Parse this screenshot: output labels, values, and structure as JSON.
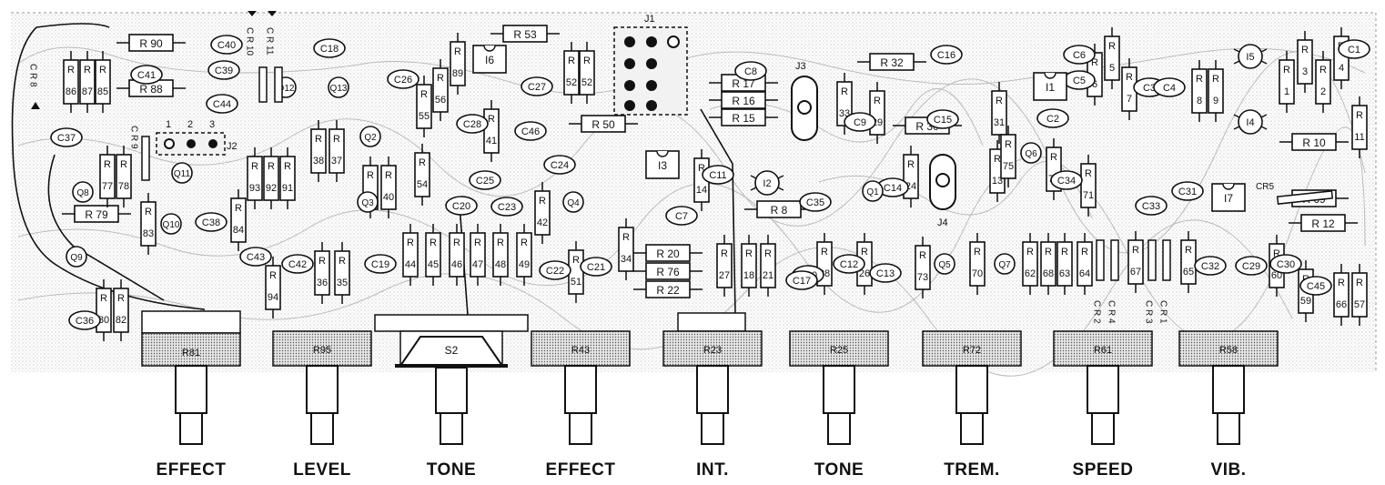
{
  "resistors_h": [
    {
      "label": "R 90"
    },
    {
      "label": "R 88"
    },
    {
      "label": "R 53"
    },
    {
      "label": "R 79"
    },
    {
      "label": "R 50"
    },
    {
      "label": "R 17"
    },
    {
      "label": "R 16"
    },
    {
      "label": "R 15"
    },
    {
      "label": "R 32"
    },
    {
      "label": "R 30"
    },
    {
      "label": "R 8"
    },
    {
      "label": "R 20"
    },
    {
      "label": "R 76"
    },
    {
      "label": "R 22"
    },
    {
      "label": "R 10"
    },
    {
      "label": "R 69"
    },
    {
      "label": "R 12"
    }
  ],
  "resistors_v": [
    {
      "top": "R",
      "bottom": "86"
    },
    {
      "top": "R",
      "bottom": "87"
    },
    {
      "top": "R",
      "bottom": "85"
    },
    {
      "top": "R",
      "bottom": "77"
    },
    {
      "top": "R",
      "bottom": "78"
    },
    {
      "top": "R",
      "bottom": "83"
    },
    {
      "top": "R",
      "bottom": "84"
    },
    {
      "top": "R",
      "bottom": "93"
    },
    {
      "top": "R",
      "bottom": "92"
    },
    {
      "top": "R",
      "bottom": "91"
    },
    {
      "top": "R",
      "bottom": "38"
    },
    {
      "top": "R",
      "bottom": "37"
    },
    {
      "top": "R",
      "bottom": "39"
    },
    {
      "top": "R",
      "bottom": "40"
    },
    {
      "top": "R",
      "bottom": "55"
    },
    {
      "top": "R",
      "bottom": "56"
    },
    {
      "top": "R",
      "bottom": "89"
    },
    {
      "top": "R",
      "bottom": "54"
    },
    {
      "top": "R",
      "bottom": "41"
    },
    {
      "top": "R",
      "bottom": "52"
    },
    {
      "top": "R",
      "bottom": "52"
    },
    {
      "top": "R",
      "bottom": "42"
    },
    {
      "top": "R",
      "bottom": "44"
    },
    {
      "top": "R",
      "bottom": "45"
    },
    {
      "top": "R",
      "bottom": "46"
    },
    {
      "top": "R",
      "bottom": "47"
    },
    {
      "top": "R",
      "bottom": "48"
    },
    {
      "top": "R",
      "bottom": "49"
    },
    {
      "top": "R",
      "bottom": "51"
    },
    {
      "top": "R",
      "bottom": "94"
    },
    {
      "top": "R",
      "bottom": "36"
    },
    {
      "top": "R",
      "bottom": "35"
    },
    {
      "top": "R",
      "bottom": "80"
    },
    {
      "top": "R",
      "bottom": "82"
    },
    {
      "top": "R",
      "bottom": "34"
    },
    {
      "top": "R",
      "bottom": "14"
    },
    {
      "top": "R",
      "bottom": "27"
    },
    {
      "top": "R",
      "bottom": "18"
    },
    {
      "top": "R",
      "bottom": "21"
    },
    {
      "top": "R",
      "bottom": "28"
    },
    {
      "top": "R",
      "bottom": "26"
    },
    {
      "top": "R",
      "bottom": "33"
    },
    {
      "top": "R",
      "bottom": "29"
    },
    {
      "top": "R",
      "bottom": "24"
    },
    {
      "top": "R",
      "bottom": "13"
    },
    {
      "top": "R",
      "bottom": "31"
    },
    {
      "top": "R",
      "bottom": "75"
    },
    {
      "top": "R",
      "bottom": "74"
    },
    {
      "top": "R",
      "bottom": "71"
    },
    {
      "top": "R",
      "bottom": "73"
    },
    {
      "top": "R",
      "bottom": "70"
    },
    {
      "top": "R",
      "bottom": "62"
    },
    {
      "top": "R",
      "bottom": "68"
    },
    {
      "top": "R",
      "bottom": "63"
    },
    {
      "top": "R",
      "bottom": "64"
    },
    {
      "top": "R",
      "bottom": "67"
    },
    {
      "top": "R",
      "bottom": "65"
    },
    {
      "top": "R",
      "bottom": "5"
    },
    {
      "top": "R",
      "bottom": "6"
    },
    {
      "top": "R",
      "bottom": "7"
    },
    {
      "top": "R",
      "bottom": "8"
    },
    {
      "top": "R",
      "bottom": "9"
    },
    {
      "top": "R",
      "bottom": "1"
    },
    {
      "top": "R",
      "bottom": "3"
    },
    {
      "top": "R",
      "bottom": "2"
    },
    {
      "top": "R",
      "bottom": "4"
    },
    {
      "top": "R",
      "bottom": "11"
    },
    {
      "top": "R",
      "bottom": "60"
    },
    {
      "top": "R",
      "bottom": "59"
    },
    {
      "top": "R",
      "bottom": "66"
    },
    {
      "top": "R",
      "bottom": "57"
    }
  ],
  "capacitors": [
    "C40",
    "C41",
    "C39",
    "C44",
    "C18",
    "C37",
    "C38",
    "C43",
    "C42",
    "C19",
    "C36",
    "C26",
    "C27",
    "C28",
    "C46",
    "C25",
    "C24",
    "C23",
    "C20",
    "C22",
    "C21",
    "C8",
    "C11",
    "C7",
    "C10",
    "C17",
    "C12",
    "C13",
    "C35",
    "C16",
    "C9",
    "C15",
    "C14",
    "C6",
    "C2",
    "C5",
    "C34",
    "C3",
    "C4",
    "C31",
    "C33",
    "C32",
    "C29",
    "C30",
    "C45",
    "C1"
  ],
  "transistors": [
    "Q12",
    "Q13",
    "Q11",
    "Q2",
    "Q3",
    "Q8",
    "Q10",
    "Q9",
    "Q4",
    "Q1",
    "Q6",
    "Q5",
    "Q7"
  ],
  "ics": [
    "I6",
    "I3",
    "I1",
    "I7"
  ],
  "lamps": [
    "I2",
    "I4",
    "I5"
  ],
  "jacks": [
    "J1",
    "J2",
    "J3",
    "J4"
  ],
  "misc_text": {
    "cr8": "C R 8",
    "cr9": "C R 9",
    "cr10": "C R 10",
    "cr11": "C R 11",
    "cr5": "CR5",
    "cr2": "C R 2",
    "cr4": "C R 4",
    "cr3": "C R 3",
    "cr1": "C R 1",
    "j2_pins": [
      "1",
      "2",
      "3"
    ]
  },
  "pots": [
    {
      "id": "R81",
      "label": "EFFECT"
    },
    {
      "id": "R95",
      "label": "LEVEL"
    },
    {
      "id": "S2",
      "label": "TONE"
    },
    {
      "id": "R43",
      "label": "EFFECT"
    },
    {
      "id": "R23",
      "label": "INT."
    },
    {
      "id": "R25",
      "label": "TONE"
    },
    {
      "id": "R72",
      "label": "TREM."
    },
    {
      "id": "R61",
      "label": "SPEED"
    },
    {
      "id": "R58",
      "label": "VIB."
    }
  ],
  "colors": {
    "ink": "#111111",
    "paper": "#ffffff",
    "stipple": "#bdbdbd"
  }
}
